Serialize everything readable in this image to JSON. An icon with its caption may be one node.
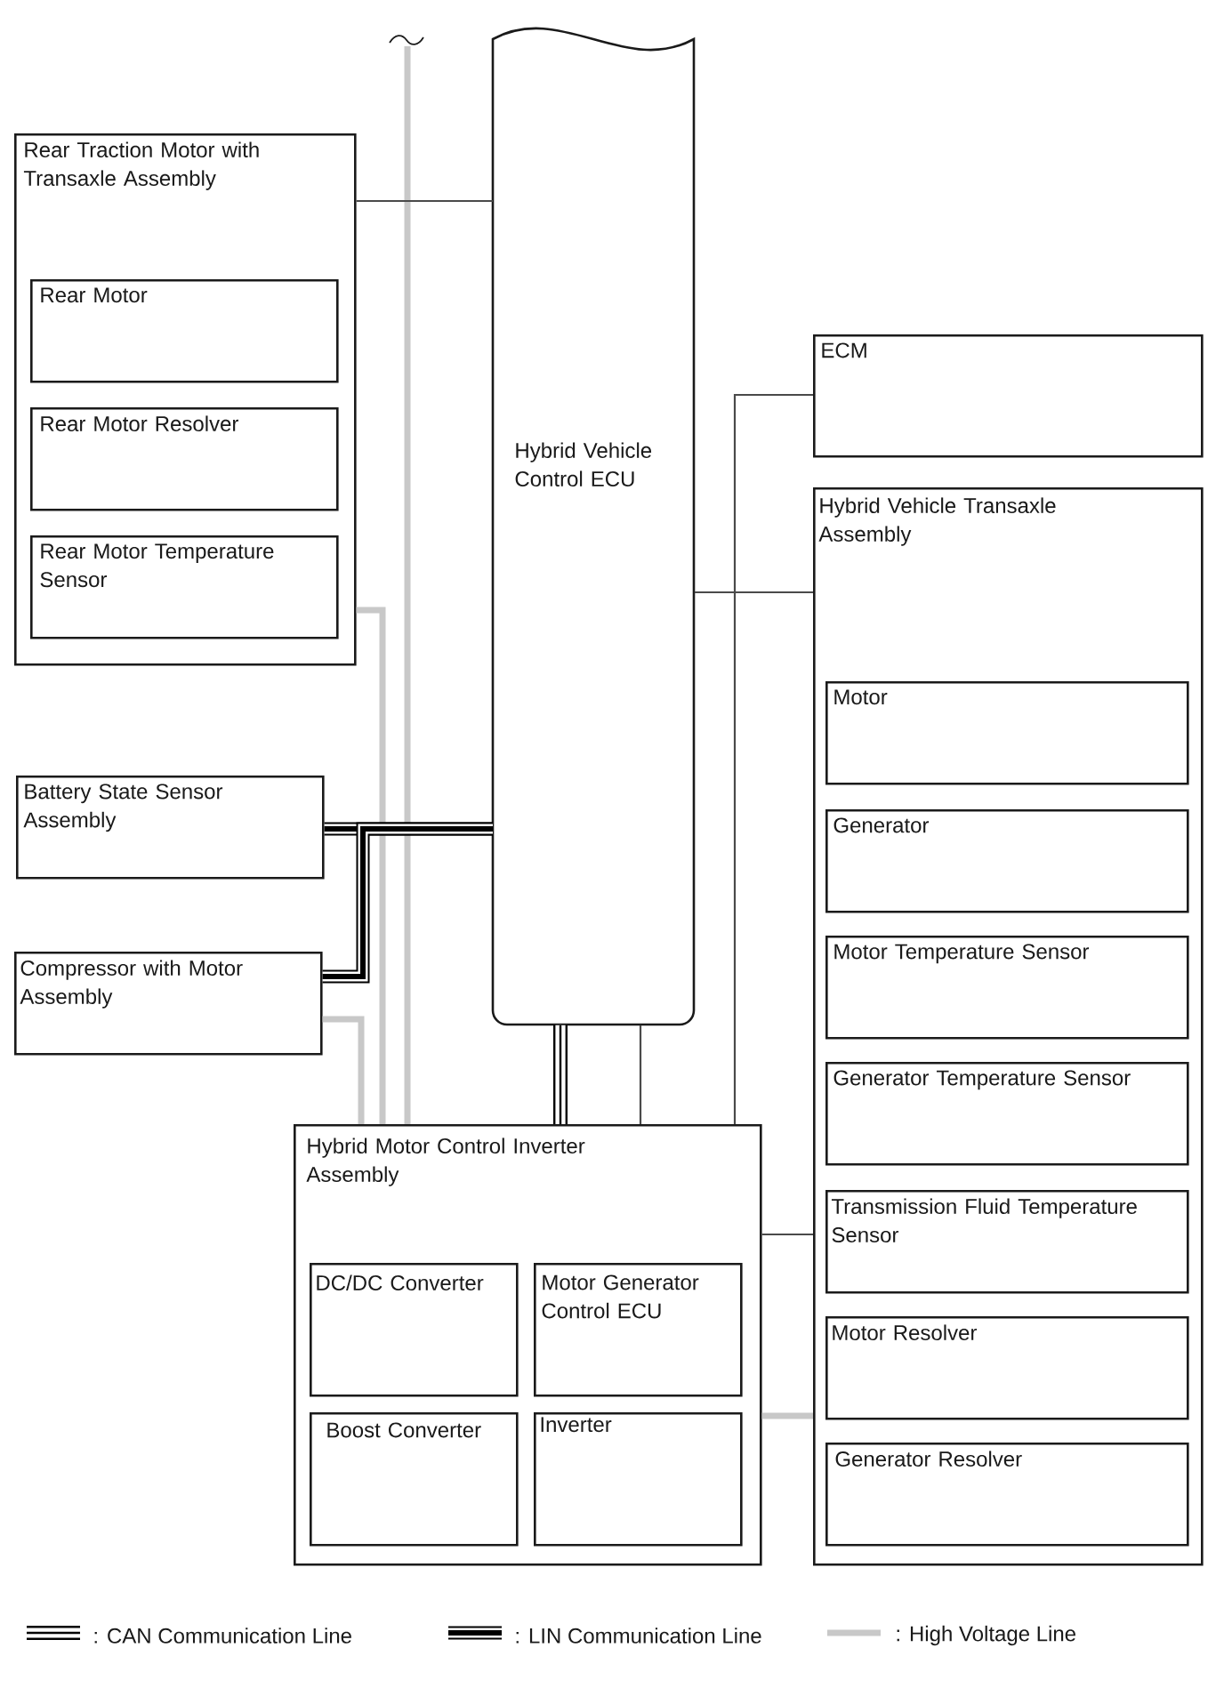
{
  "diagram": {
    "nodes": [
      {
        "text": [
          "Rear Traction Motor with Transaxle Assembly"
        ]
      },
      {
        "text": [
          "Rear Motor"
        ],
        "in": 0
      },
      {
        "text": [
          "Rear Motor Resolver"
        ],
        "in": 0
      },
      {
        "text": [
          "Rear Motor Temperature Sensor"
        ],
        "in": 0
      },
      {
        "text": [
          "Hybrid Vehicle Control ECU"
        ]
      },
      {
        "text": [
          "ECM"
        ]
      },
      {
        "text": [
          "Hybrid Vehicle Transaxle Assembly"
        ]
      },
      {
        "text": [
          "Motor"
        ],
        "in": 6
      },
      {
        "text": [
          "Generator"
        ],
        "in": 6
      },
      {
        "text": [
          "Motor Temperature Sensor"
        ],
        "in": 6
      },
      {
        "text": [
          "Generator Temperature Sensor"
        ],
        "in": 6
      },
      {
        "text": [
          "Transmission Fluid Temperature Sensor"
        ],
        "in": 6
      },
      {
        "text": [
          "Motor Resolver"
        ],
        "in": 6
      },
      {
        "text": [
          "Generator Resolver"
        ],
        "in": 6
      },
      {
        "text": [
          "Battery State Sensor Assembly"
        ]
      },
      {
        "text": [
          "Compressor with Motor Assembly"
        ]
      },
      {
        "text": [
          "Hybrid Motor Control Inverter Assembly"
        ]
      },
      {
        "text": [
          "DC/DC Converter"
        ],
        "in": 16
      },
      {
        "text": [
          "Motor Generator Control ECU"
        ],
        "in": 16
      },
      {
        "text": [
          "Boost Converter"
        ],
        "in": 16
      },
      {
        "text": [
          "Inverter"
        ],
        "in": 16
      }
    ],
    "edges": [
      {
        "from": 0,
        "to": 4,
        "arrow": "none"
      },
      {
        "from": 5,
        "to": 16,
        "arrow": "none"
      },
      {
        "from": 4,
        "to": 6,
        "arrow": "none"
      },
      {
        "from": 14,
        "to": 4,
        "arrow": "none",
        "style": "thick",
        "color": "#000000"
      },
      {
        "from": 15,
        "to": 4,
        "arrow": "none",
        "style": "thick",
        "color": "#000000"
      },
      {
        "from": 4,
        "to": 16,
        "arrow": "none",
        "style": "thick",
        "color": "#000000"
      },
      {
        "from": 4,
        "to": 16,
        "arrow": "none"
      },
      {
        "from": 16,
        "to": 6,
        "arrow": "none"
      },
      {
        "from": 16,
        "to": 6,
        "arrow": "none",
        "color": "#c8c8c8"
      },
      {
        "from": 0,
        "to": 16,
        "arrow": "none",
        "color": "#c8c8c8"
      },
      {
        "from": 15,
        "to": 16,
        "arrow": "none",
        "color": "#c8c8c8"
      },
      {
        "from": null,
        "to": 16,
        "arrow": "none",
        "color": "#c8c8c8"
      }
    ],
    "legend": [
      {
        "text": ": CAN Communication Line"
      },
      {
        "text": ": LIN Communication Line"
      },
      {
        "text": ": High Voltage Line"
      }
    ]
  }
}
